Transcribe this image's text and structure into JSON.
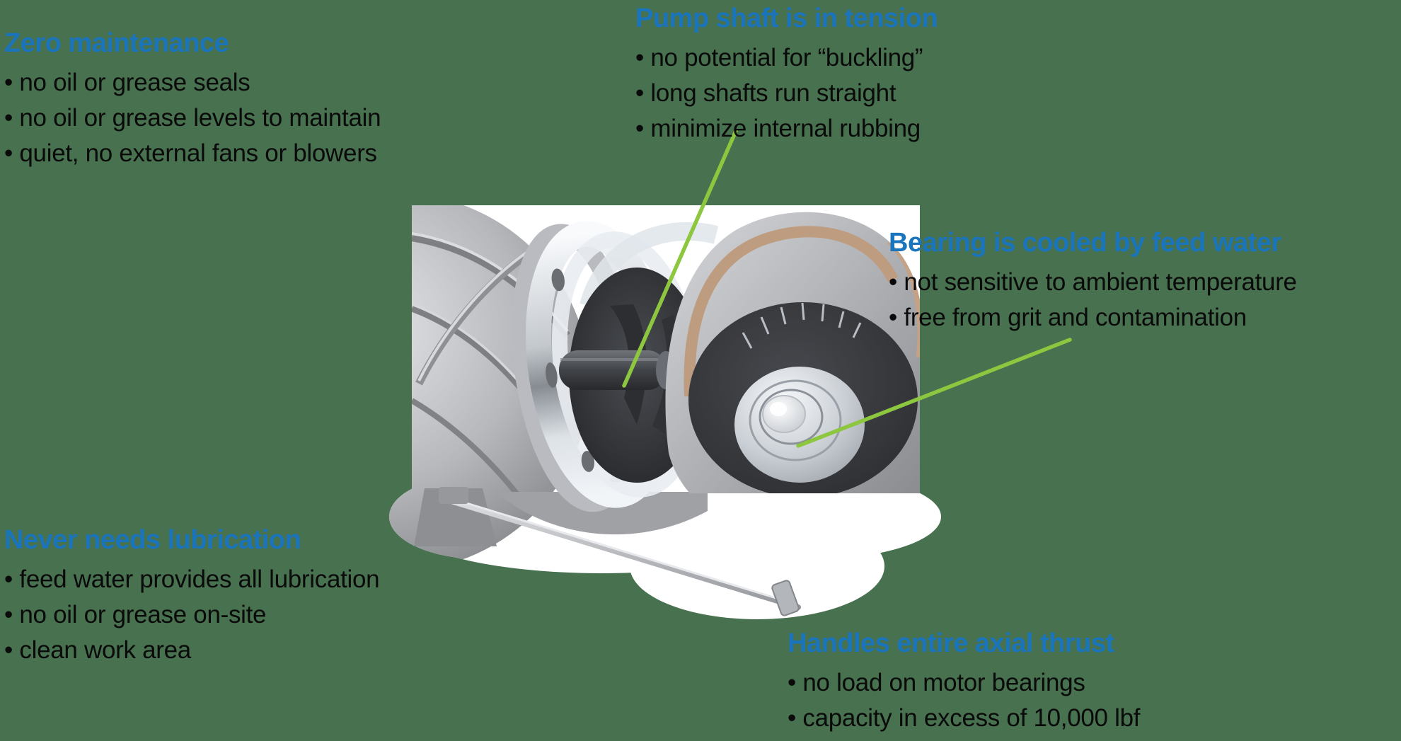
{
  "colors": {
    "background": "#47714F",
    "heading_blue": "#1B75BC",
    "body_text": "#0A0A0A",
    "leader_line_green": "#8DC63F",
    "photo_background": "#FFFFFF"
  },
  "illustration": {
    "name": "canned-motor-pump-cutaway",
    "style": "3D metallic cutaway render on white backdrop"
  },
  "callouts": {
    "zero_maintenance": {
      "heading": "Zero maintenance",
      "bullets": [
        "no oil or grease seals",
        "no oil or grease levels to maintain",
        "quiet, no external fans or blowers"
      ]
    },
    "pump_shaft": {
      "heading": "Pump shaft is in tension",
      "bullets": [
        "no potential for “buckling”",
        "long shafts run straight",
        "minimize internal rubbing"
      ]
    },
    "bearing": {
      "heading": "Bearing is cooled by feed water",
      "bullets": [
        "not sensitive to ambient temperature",
        "free from grit and contamination"
      ]
    },
    "never_needs_lubrication": {
      "heading": "Never needs lubrication",
      "bullets": [
        "feed water provides all lubrication",
        "no oil or grease on-site",
        "clean work area"
      ]
    },
    "handles_axial_thrust": {
      "heading": "Handles entire axial thrust",
      "bullets": [
        "no load on motor bearings",
        "capacity in excess of 10,000 lbf"
      ]
    }
  }
}
